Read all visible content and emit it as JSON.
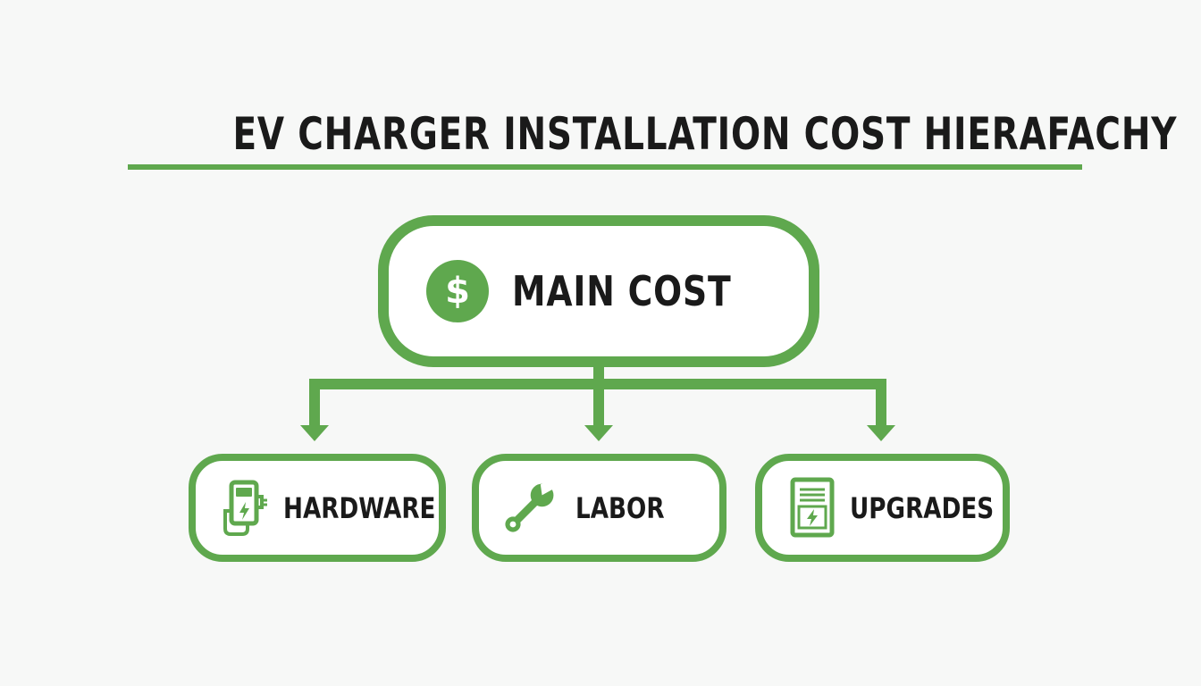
{
  "title": "EV CHARGER INSTALLATION COST HIERAFACHY",
  "colors": {
    "accent": "#5fa84e",
    "text": "#1a1a1a",
    "background": "#f7f8f7"
  },
  "root": {
    "label": "MAIN COST",
    "icon": "dollar-coin-icon",
    "icon_glyph": "$"
  },
  "children": [
    {
      "label": "HARDWARE",
      "icon": "ev-charger-icon"
    },
    {
      "label": "LABOR",
      "icon": "wrench-icon"
    },
    {
      "label": "UPGRADES",
      "icon": "electrical-panel-icon"
    }
  ]
}
